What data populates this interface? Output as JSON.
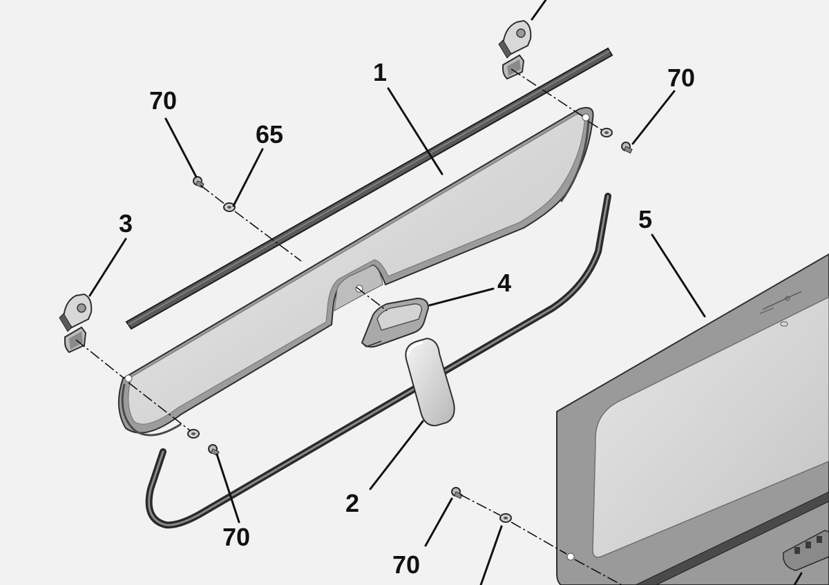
{
  "callouts": {
    "c1": "1",
    "c2": "2",
    "c3": "3",
    "c4": "4",
    "c5": "5",
    "c65": "65",
    "c70a": "70",
    "c70b": "70",
    "c70c": "70",
    "c70d": "70"
  },
  "colors": {
    "background": "#f2f2f2",
    "ink": "#111111",
    "glass": "#dcdcdc",
    "glass_frame": "#9a9a9a",
    "seal": "#2a2a2a"
  }
}
